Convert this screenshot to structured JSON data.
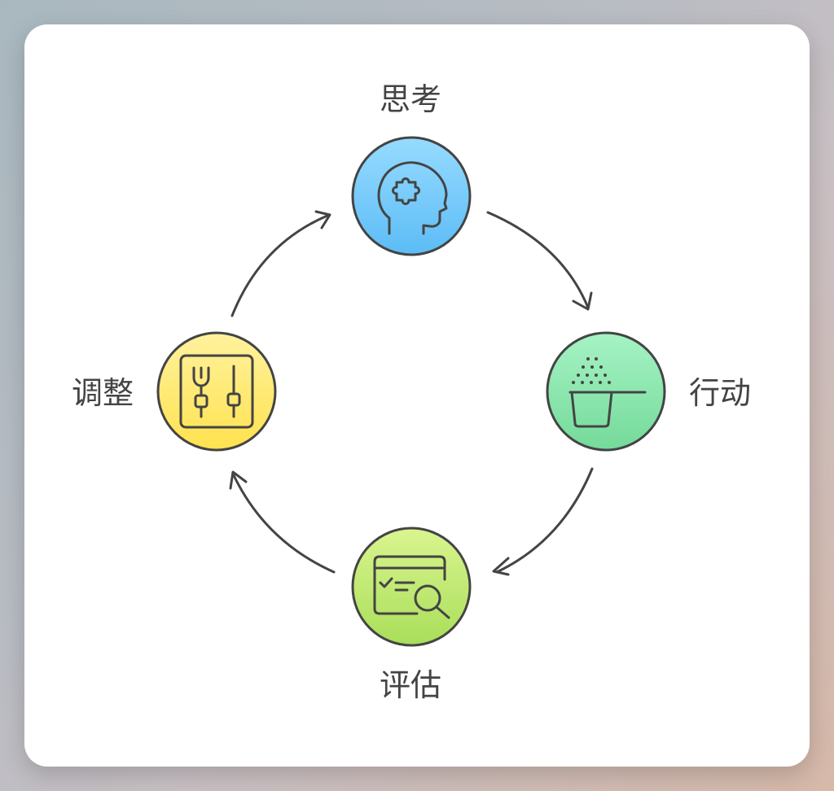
{
  "steps": [
    {
      "label": "思考",
      "icon": "head-puzzle-icon",
      "color_top": "#96dbff",
      "color_bottom": "#5cbcf6"
    },
    {
      "label": "行动",
      "icon": "pot-sprinkle-icon",
      "color_top": "#a6f3c4",
      "color_bottom": "#74da9a"
    },
    {
      "label": "评估",
      "icon": "checklist-magnifier-icon",
      "color_top": "#daf590",
      "color_bottom": "#a9de59"
    },
    {
      "label": "调整",
      "icon": "toolbox-wrench-icon",
      "color_top": "#fff29e",
      "color_bottom": "#ffe24f"
    }
  ],
  "colors": {
    "stroke": "#444444",
    "card": "#ffffff"
  }
}
